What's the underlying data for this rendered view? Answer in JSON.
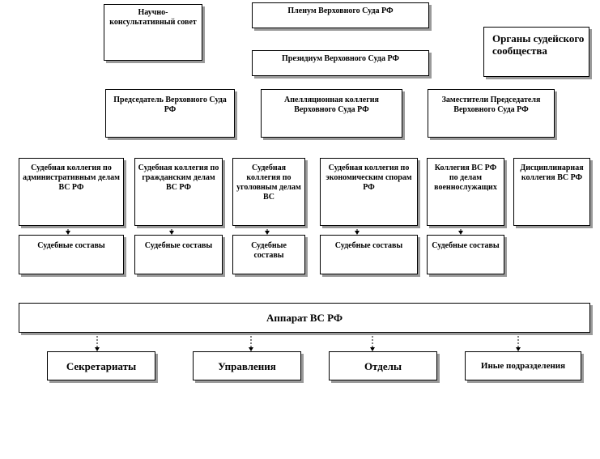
{
  "nodes": {
    "plenum": "Пленум Верховного Суда РФ",
    "scientific_council": "Научно-консультативный совет",
    "community_bodies": "Органы судейского сообщества",
    "presidium": "Президиум Верховного Суда РФ",
    "chairman": "Председатель Верховного Суда РФ",
    "appeals_board": "Апелляционная коллегия Верховного Суда РФ",
    "deputy_chairmen": "Заместители Председателя Верховного Суда РФ",
    "admin_board": "Судебная коллегия по административным делам ВС РФ",
    "civil_board": "Судебная коллегия по гражданским делам ВС РФ",
    "criminal_board": "Судебная коллегия по уголовным делам ВС",
    "economic_board": "Судебная коллегия по экономическим спорам РФ",
    "military_board": "Коллегия ВС РФ по делам военнослужащих",
    "disciplinary_board": "Дисциплинарная коллегия ВС РФ",
    "composition_1": "Судебные составы",
    "composition_2": "Судебные составы",
    "composition_3": "Судебные составы",
    "composition_4": "Судебные составы",
    "composition_5": "Судебные составы",
    "apparatus": "Аппарат ВС РФ",
    "secretariats": "Секретариаты",
    "departments": "Управления",
    "divisions": "Отделы",
    "other_units": "Иные подразделения"
  }
}
